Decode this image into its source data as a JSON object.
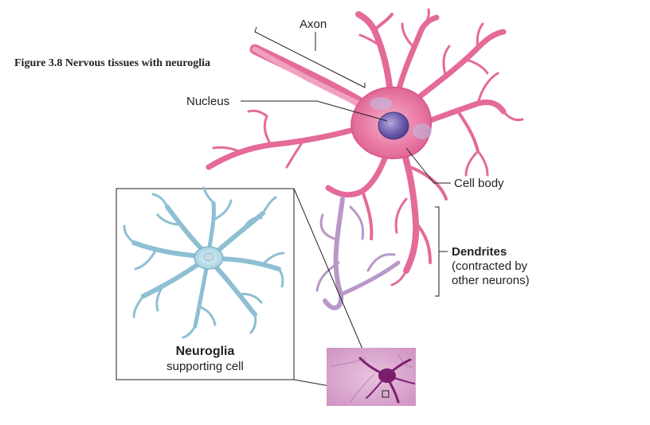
{
  "figure": {
    "caption": "Figure 3.8 Nervous tissues with neuroglia"
  },
  "labels": {
    "axon": "Axon",
    "nucleus": "Nucleus",
    "cell_body": "Cell body",
    "dendrites_title": "Dendrites",
    "dendrites_line1": "(contracted by",
    "dendrites_line2": "other neurons)"
  },
  "inset": {
    "title": "Neuroglia",
    "subtitle": "supporting cell"
  },
  "colors": {
    "neuron": "#e46a99",
    "neuron_light": "#f3a8c6",
    "nucleus": "#5a4a9a",
    "neuroglia": "#9fcfe0",
    "neuroglia_dark": "#6aa9c2",
    "contact_dendrite": "#b898c8",
    "micrograph_bg": "#d9a8cf",
    "leader_line": "#231f20"
  }
}
